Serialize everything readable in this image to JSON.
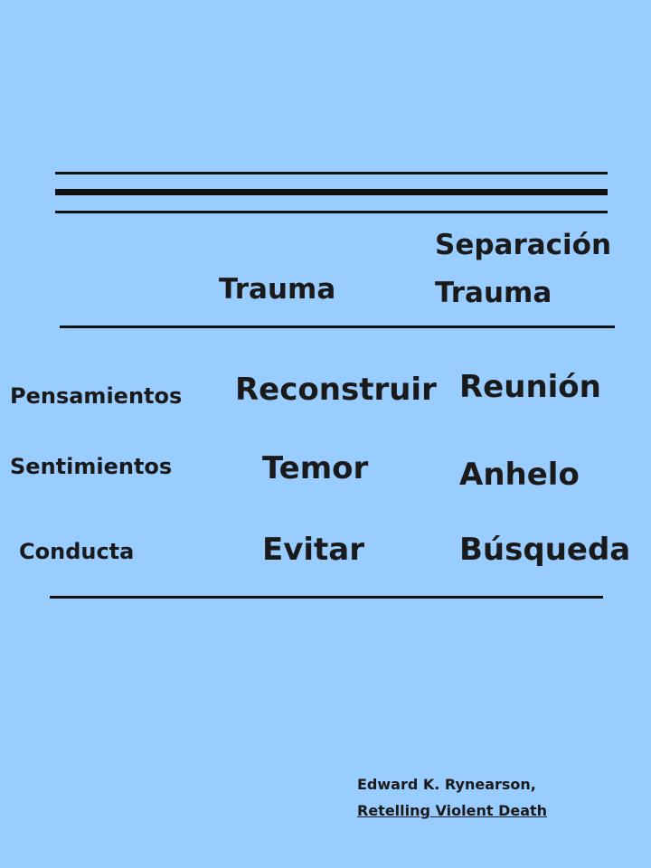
{
  "table": {
    "headers": {
      "trauma": "Trauma",
      "separation_line1": "Separación",
      "separation_line2": "Trauma"
    },
    "rows": [
      {
        "label": "Pensamientos",
        "trauma": "Reconstruir",
        "separation": "Reunión"
      },
      {
        "label": "Sentimientos",
        "trauma": "Temor",
        "separation": "Anhelo"
      },
      {
        "label": "Conducta",
        "trauma": "Evitar",
        "separation": "Búsqueda"
      }
    ]
  },
  "credit": {
    "author": "Edward K. Rynearson,",
    "book": "Retelling Violent Death"
  },
  "colors": {
    "background": "#99ccff",
    "text": "#1a1a1a",
    "rule": "#111111"
  }
}
